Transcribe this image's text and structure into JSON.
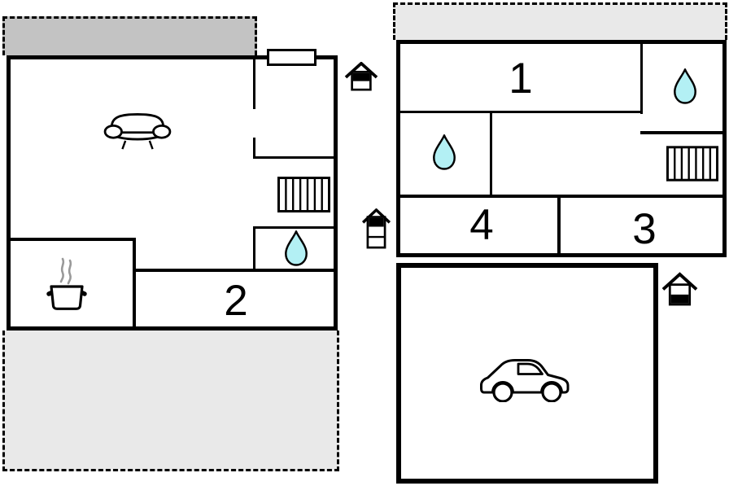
{
  "plan": {
    "type": "holiday-home floor plan",
    "floor_main": {
      "room2_label": "2",
      "features": [
        "balcony",
        "window",
        "sofa",
        "cooking-pot",
        "radiator",
        "water-drop",
        "terrace"
      ],
      "level_icon": "house-upper-of-two-levels"
    },
    "floor_upper": {
      "room1_label": "1",
      "room3_label": "3",
      "room4_label": "4",
      "features": [
        "balcony-strip",
        "water-drop-left",
        "water-drop-right",
        "radiator"
      ],
      "level_icon": "house-top-of-three-levels"
    },
    "garage": {
      "features": [
        "car"
      ],
      "level_icon": "house-ground-of-two-levels"
    }
  },
  "colors": {
    "wall": "#000000",
    "balcony_fill": "#c3c3c3",
    "terrace_fill": "#e9e9e9",
    "water_drop_fill": "#b3f0f4",
    "steam": "#999999",
    "background": "#ffffff"
  }
}
